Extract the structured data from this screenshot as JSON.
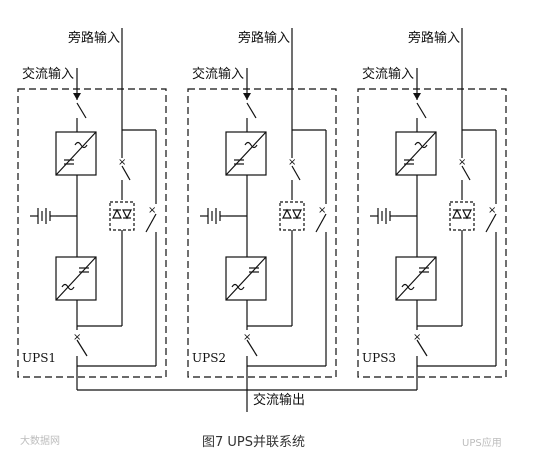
{
  "diagram": {
    "labels": {
      "bypass_input": "旁路输入",
      "ac_input": "交流输入",
      "ac_output": "交流输出"
    },
    "modules": [
      {
        "name": "UPS1"
      },
      {
        "name": "UPS2"
      },
      {
        "name": "UPS3"
      }
    ],
    "caption": "图7  UPS并联系统",
    "watermark_left": "大数据网",
    "watermark_right": "UPS应用"
  },
  "colors": {
    "line": "#111111",
    "background": "#ffffff"
  }
}
